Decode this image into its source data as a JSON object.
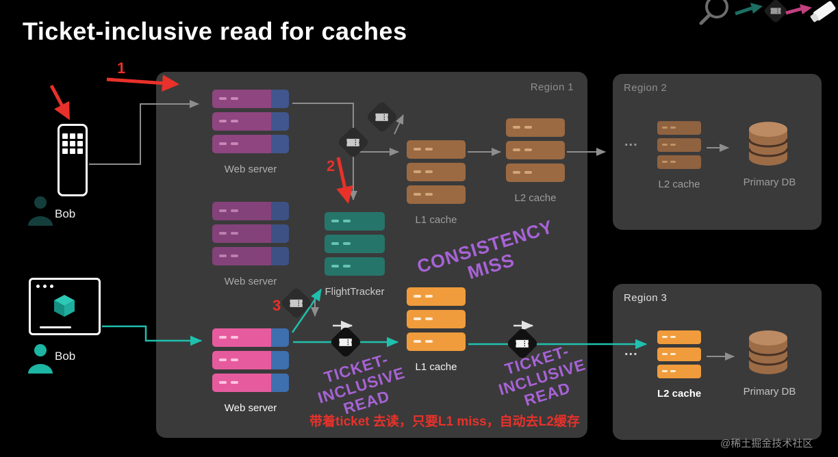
{
  "title": "Ticket-inclusive read for caches",
  "actors": {
    "phone_user": "Bob",
    "browser_user": "Bob"
  },
  "region1": {
    "label": "Region 1",
    "web_server_top": "Web server",
    "web_server_mid": "Web server",
    "web_server_bottom": "Web server",
    "flight_tracker": "FlightTracker",
    "l1_cache_top": "L1 cache",
    "l1_cache_bottom": "L1 cache",
    "l2_cache": "L2 cache"
  },
  "region2": {
    "label": "Region 2",
    "ellipsis": "...",
    "l2_cache": "L2 cache",
    "primary_db": "Primary DB"
  },
  "region3": {
    "label": "Region 3",
    "ellipsis": "...",
    "l2_cache": "L2 cache",
    "primary_db": "Primary DB"
  },
  "annotations": {
    "step1": "1",
    "step2": "2",
    "step3": "3",
    "consistency_miss": "CONSISTENCY MISS",
    "ticket_read_left": "TICKET-INCLUSIVE READ",
    "ticket_read_right": "TICKET-INCLUSIVE READ",
    "note_cn": "带着ticket 去读，只要L1 miss，自动去L2缓存"
  },
  "watermark": "@稀土掘金技术社区",
  "colors": {
    "flow_teal": "#1fc0ae",
    "annotation_red": "#e8312a",
    "annotation_purple": "#a763d6",
    "cache_orange": "#f09c3c",
    "cache_brown": "#9b6a43",
    "server_purple": "#8f4580",
    "server_pink": "#e65b9e",
    "server_cap_blue": "#41568e",
    "flighttracker_teal": "#26756a"
  }
}
